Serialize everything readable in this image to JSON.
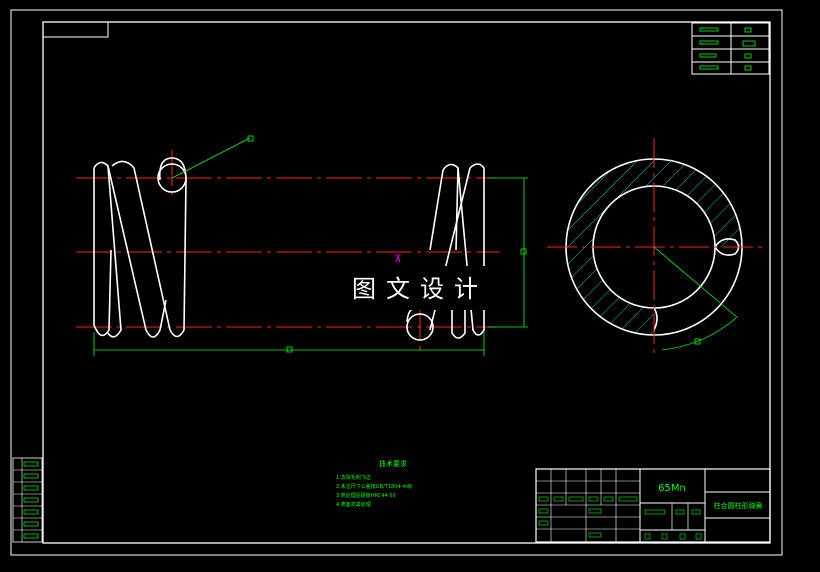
{
  "watermark": "图文设计",
  "material": "65Mn",
  "drawing_title": "柱合圆柱形弹簧",
  "tech_requirements": {
    "heading": "技术要求",
    "lines": [
      "1.去除毛刺飞边",
      "2.未注尺寸公差按GB/T1804-m级",
      "3.热处理后硬度HRC44-50",
      "4.表面发黑处理"
    ]
  },
  "colors": {
    "background": "#000000",
    "frame": "#ffffff",
    "centerline": "#ff0000",
    "dimension": "#00ff00",
    "hatch": "#00c8c8",
    "marker": "#ff00ff"
  }
}
